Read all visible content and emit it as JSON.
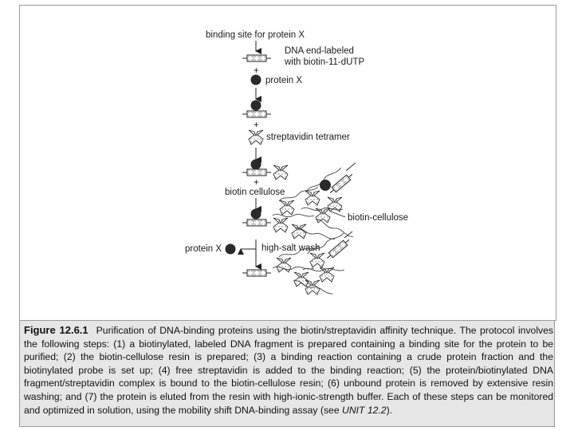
{
  "figure": {
    "labels": {
      "binding_site": "binding site for protein X",
      "dna_label_line1": "DNA end-labeled",
      "dna_label_line2": "with biotin-11-dUTP",
      "plus": "+",
      "protein_x": "protein X",
      "streptavidin": "streptavidin tetramer",
      "biotin_cellulose_add": "biotin cellulose",
      "biotin_cellulose_resin": "biotin-cellulose",
      "protein_x_eluted": "protein X",
      "high_salt_wash": "high-salt wash"
    }
  },
  "caption": {
    "figure_number": "Figure 12.6.1",
    "text_before_ref": "Purification of DNA-binding proteins using the biotin/streptavidin affinity technique. The protocol involves the following steps: (1) a biotinylated, labeled DNA fragment is prepared containing a binding site for the protein to be purified; (2) the biotin-cellulose resin is prepared; (3) a binding reaction containing a crude protein fraction and the biotinylated probe is set up; (4) free streptavidin is added to the binding reaction; (5) the protein/biotinylated DNA fragment/streptavidin complex is bound to the biotin-cellulose resin; (6) unbound protein is removed by extensive resin washing; and (7) the protein is eluted from the resin with high-ionic-strength buffer. Each of these steps can be monitored and optimized in solution, using the mobility shift DNA-binding assay (see ",
    "unit_ref": "UNIT 12.2",
    "text_after_ref": ")."
  }
}
